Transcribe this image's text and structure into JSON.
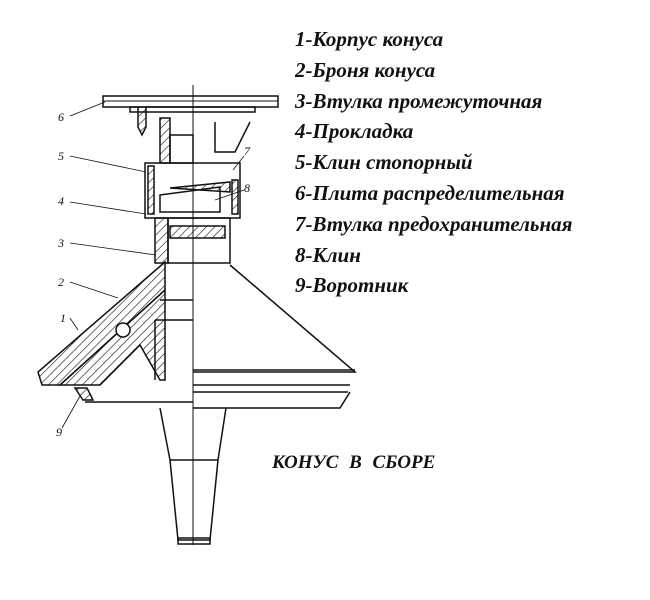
{
  "legend": [
    "1-Корпус конуса",
    "2-Броня конуса",
    "3-Втулка промежуточная",
    "4-Прокладка",
    "5-Клин стопорный",
    "6-Плита распределительная",
    "7-Втулка предохранительная",
    "8-Клин",
    "9-Воротник"
  ],
  "title": "КОНУС  В СБОРЕ",
  "callouts": [
    "6",
    "5",
    "4",
    "3",
    "2",
    "1",
    "9",
    "7",
    "8"
  ]
}
